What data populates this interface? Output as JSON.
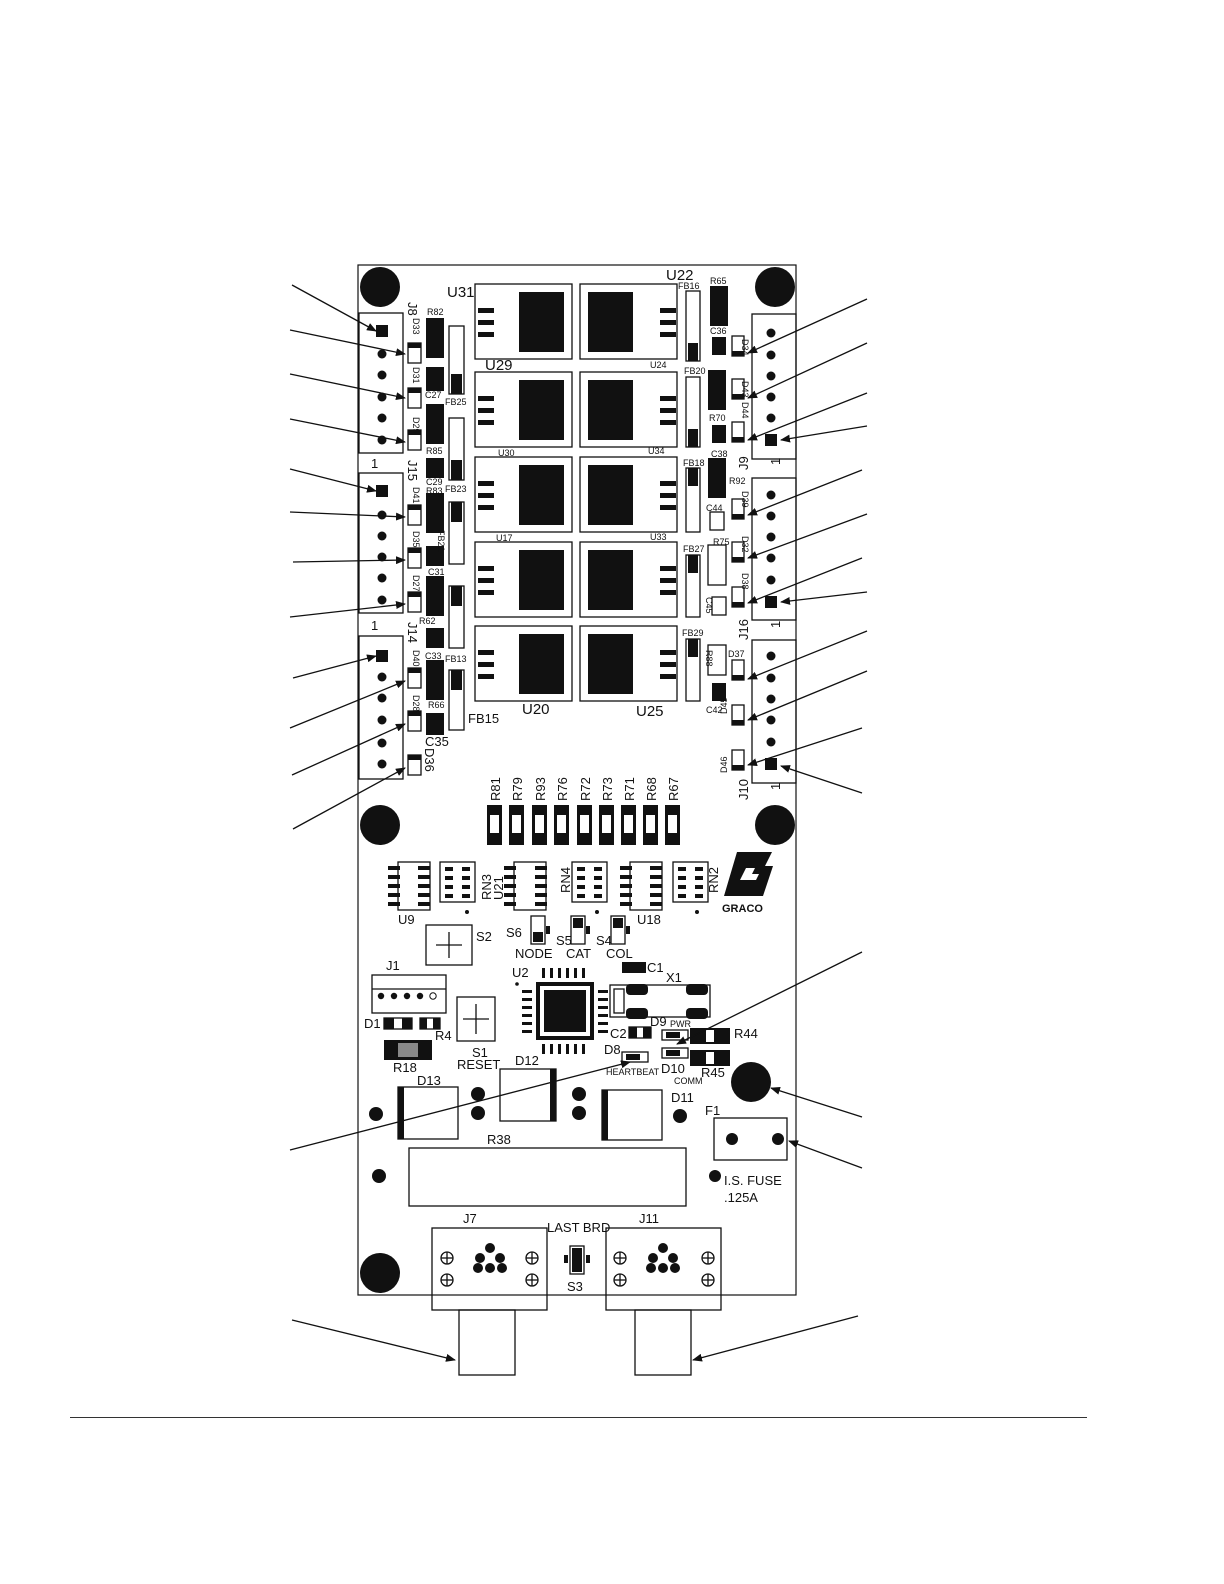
{
  "logo": {
    "brand": "GRACO"
  },
  "components": {
    "ics": [
      "U31",
      "U22",
      "U29",
      "U24",
      "U30",
      "U34",
      "U17",
      "U33",
      "U20",
      "U25",
      "U2",
      "U9",
      "U21",
      "U18"
    ],
    "connectors": [
      "J8",
      "J15",
      "J14",
      "J1",
      "J9",
      "J16",
      "J10",
      "J7",
      "J11"
    ],
    "pin_one_marker": "1",
    "ferrite_beads": [
      "FB25",
      "FB23",
      "FB21",
      "FB13",
      "FB15",
      "FB16",
      "FB20",
      "FB18",
      "FB27",
      "FB29"
    ],
    "left_caps": [
      "C27",
      "C29",
      "C31",
      "C33",
      "C35"
    ],
    "right_caps": [
      "C36",
      "C38",
      "C44",
      "C45",
      "C42"
    ],
    "left_res": [
      "R82",
      "R85",
      "R83",
      "R62",
      "R66"
    ],
    "right_res": [
      "R65",
      "R70",
      "R92",
      "R75",
      "R88"
    ],
    "left_diodes": [
      "D33",
      "D31",
      "D29",
      "D41",
      "D35",
      "D27",
      "D40",
      "D28",
      "D36"
    ],
    "right_diodes": [
      "D34",
      "D43",
      "D44",
      "D39",
      "D32",
      "D38",
      "D37",
      "D45",
      "D46"
    ],
    "resistor_row": [
      "R81",
      "R79",
      "R93",
      "R76",
      "R72",
      "R73",
      "R71",
      "R68",
      "R67"
    ],
    "networks": [
      "RN3",
      "RN4",
      "RN2"
    ],
    "switches": {
      "s2": "S2",
      "s6": "S6",
      "s5": "S5",
      "s4": "S4",
      "s1": "S1",
      "s3": "S3"
    },
    "switch_captions": {
      "node": "NODE",
      "cat": "CAT",
      "col": "COL",
      "reset": "RESET",
      "last_brd": "LAST BRD"
    },
    "misc": {
      "c1": "C1",
      "x1": "X1",
      "c2": "C2",
      "d1": "D1",
      "r4": "R4",
      "r18": "R18",
      "d9": "D9",
      "pwr": "PWR",
      "r44": "R44",
      "d8": "D8",
      "heartbeat": "HEARTBEAT",
      "d10": "D10",
      "comm": "COMM",
      "r45": "R45",
      "d12": "D12",
      "d13": "D13",
      "d11": "D11",
      "r38": "R38",
      "f1": "F1",
      "fuse_line1": "I.S. FUSE",
      "fuse_line2": ".125A"
    }
  }
}
